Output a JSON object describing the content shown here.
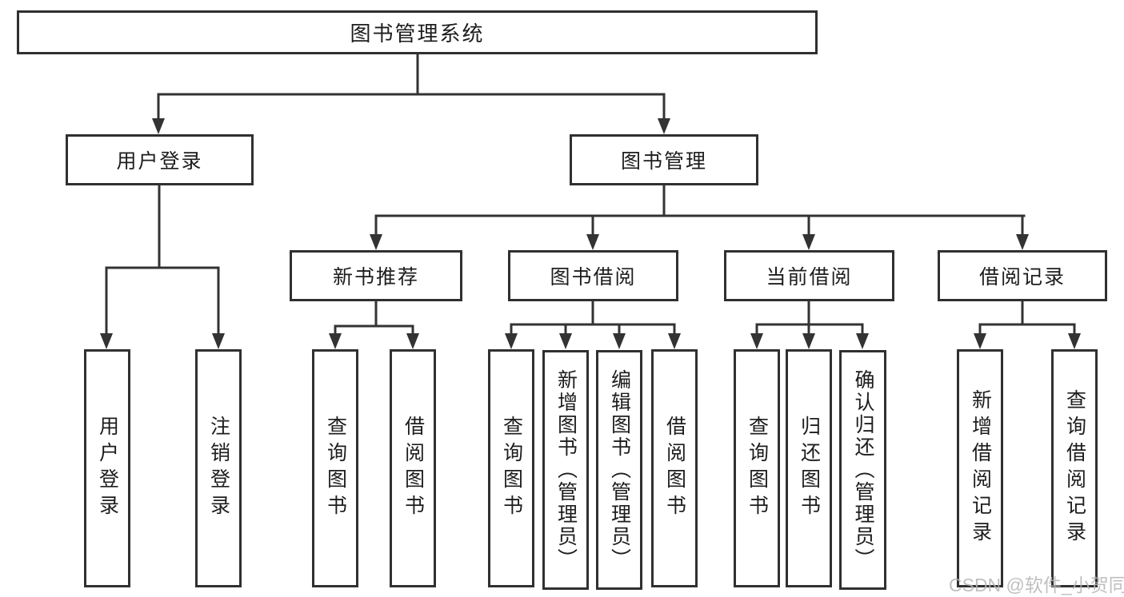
{
  "tree": {
    "root": {
      "label": "图书管理系统",
      "children": [
        {
          "label": "用户登录",
          "children": [
            {
              "label": "用户登录"
            },
            {
              "label": "注销登录"
            }
          ]
        },
        {
          "label": "图书管理",
          "children": [
            {
              "label": "新书推荐",
              "children": [
                {
                  "label": "查询图书"
                },
                {
                  "label": "借阅图书"
                }
              ]
            },
            {
              "label": "图书借阅",
              "children": [
                {
                  "label": "查询图书"
                },
                {
                  "label": "新增图书（管理员）"
                },
                {
                  "label": "编辑图书（管理员）"
                },
                {
                  "label": "借阅图书"
                }
              ]
            },
            {
              "label": "当前借阅",
              "children": [
                {
                  "label": "查询图书"
                },
                {
                  "label": "归还图书"
                },
                {
                  "label": "确认归还（管理员）"
                }
              ]
            },
            {
              "label": "借阅记录",
              "children": [
                {
                  "label": "新增借阅记录"
                },
                {
                  "label": "查询借阅记录"
                }
              ]
            }
          ]
        }
      ]
    }
  },
  "watermark": {
    "text": "CSDN @软件_小贺同学"
  },
  "colors": {
    "line": "#333333",
    "border": "#303030",
    "text": "#1d1d1d",
    "watermark": "#b5b5b5",
    "background": "#ffffff"
  }
}
